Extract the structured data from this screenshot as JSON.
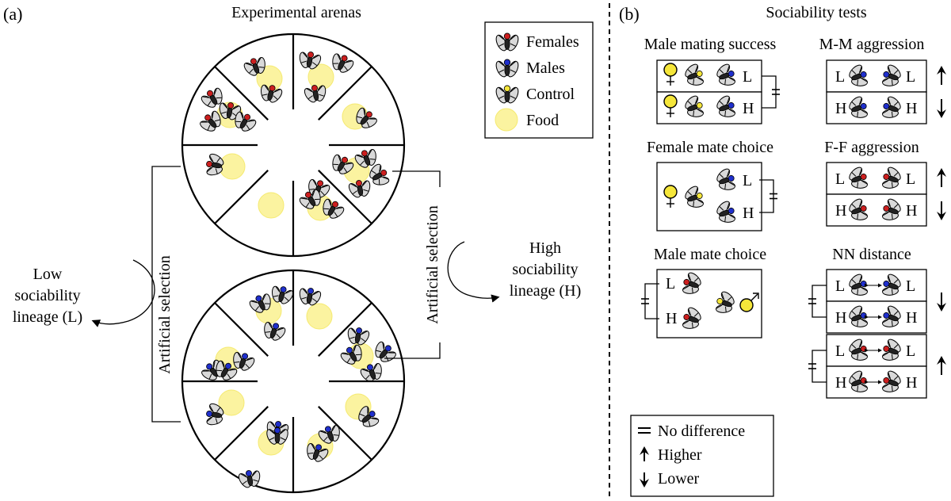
{
  "panel_a": {
    "label": "(a)",
    "title": "Experimental arenas",
    "legend": [
      {
        "key": "female",
        "label": "Females",
        "icon": "fly-icon",
        "color": "#cc1f1f"
      },
      {
        "key": "male",
        "label": "Males",
        "icon": "fly-icon",
        "color": "#1f2fcc"
      },
      {
        "key": "control",
        "label": "Control",
        "icon": "fly-icon",
        "color": "#f5e63a"
      },
      {
        "key": "food",
        "label": "Food",
        "icon": "food-icon",
        "color": "#fbf3a0"
      }
    ],
    "selection_label": "Artificial selection",
    "low_lineage": [
      "Low",
      "sociability",
      "lineage (L)"
    ],
    "high_lineage": [
      "High",
      "sociability",
      "lineage (H)"
    ]
  },
  "panel_b": {
    "label": "(b)",
    "title": "Sociability tests",
    "tests": {
      "male_mating_success": {
        "title": "Male mating success",
        "rows": [
          "L",
          "H"
        ],
        "result": "no-difference"
      },
      "mm_aggression": {
        "title": "M-M aggression",
        "rows": [
          "L",
          "H"
        ],
        "result": [
          "higher",
          "lower"
        ]
      },
      "female_mate_choice": {
        "title": "Female mate choice",
        "rows": [
          "L",
          "H"
        ],
        "result": "no-difference"
      },
      "ff_aggression": {
        "title": "F-F aggression",
        "rows": [
          "L",
          "H"
        ],
        "result": [
          "higher",
          "lower"
        ]
      },
      "male_mate_choice": {
        "title": "Male mate choice",
        "rows": [
          "L",
          "H"
        ],
        "result": "no-difference"
      },
      "nn_distance": {
        "title": "NN distance",
        "rows": [
          "L",
          "H",
          "L",
          "H"
        ],
        "result": [
          "lower",
          "higher"
        ]
      }
    },
    "key": [
      {
        "symbol": "no-difference",
        "label": "No difference"
      },
      {
        "symbol": "higher",
        "label": "Higher"
      },
      {
        "symbol": "lower",
        "label": "Lower"
      }
    ]
  },
  "colors": {
    "female": "#cc1f1f",
    "male": "#1f2fcc",
    "control": "#f5e63a",
    "food": "#fbf3a0",
    "food_stroke": "#f5ea70",
    "wing": "#d9d9d9"
  }
}
